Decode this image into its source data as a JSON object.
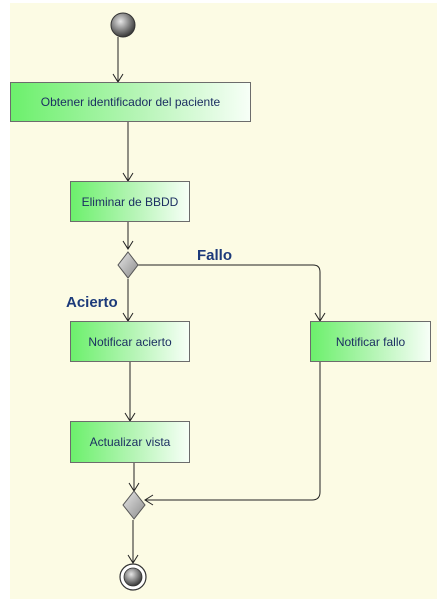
{
  "diagram": {
    "nodes": {
      "obtener": {
        "label": "Obtener identificador del paciente"
      },
      "eliminar": {
        "label": "Eliminar de BBDD"
      },
      "notificar_acierto": {
        "label": "Notificar acierto"
      },
      "notificar_fallo": {
        "label": "Notificar fallo"
      },
      "actualizar": {
        "label": "Actualizar vista"
      }
    },
    "guards": {
      "fallo": "Fallo",
      "acierto": "Acierto"
    },
    "colors": {
      "canvas_background": "#fcfbe4",
      "activity_fill_start": "#6cf06c",
      "activity_fill_end": "#f7fff7",
      "text": "#1c2f62",
      "edge": "#222222"
    }
  }
}
